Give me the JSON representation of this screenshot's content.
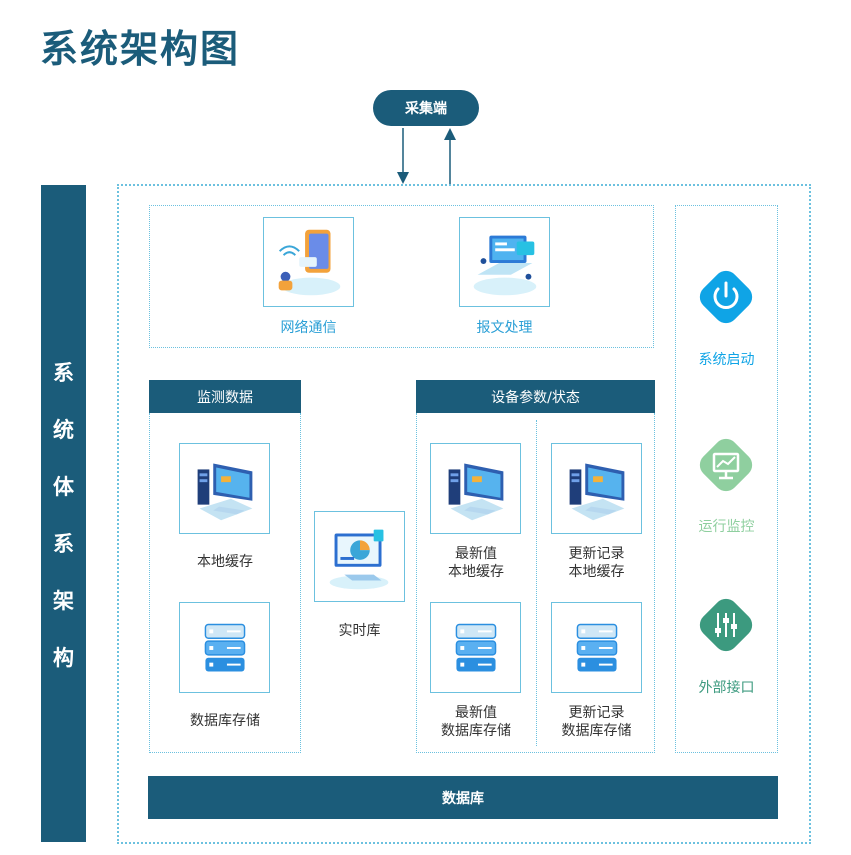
{
  "title": "系统架构图",
  "collector": {
    "label": "采集端"
  },
  "side_label": [
    "系",
    "统",
    "体",
    "系",
    "架",
    "构"
  ],
  "top_section": {
    "items": [
      {
        "label": "网络通信",
        "icon": "network-communication-icon"
      },
      {
        "label": "报文处理",
        "icon": "message-processing-icon"
      }
    ]
  },
  "monitor_section": {
    "header": "监测数据",
    "items": [
      {
        "label": "本地缓存",
        "icon": "computer-icon"
      },
      {
        "label": "数据库存储",
        "icon": "server-icon"
      }
    ]
  },
  "realtime": {
    "label": "实时库",
    "icon": "dashboard-icon"
  },
  "device_section": {
    "header": "设备参数/状态",
    "items": [
      {
        "label_line1": "最新值",
        "label_line2": "本地缓存",
        "icon": "computer-icon"
      },
      {
        "label_line1": "更新记录",
        "label_line2": "本地缓存",
        "icon": "computer-icon"
      },
      {
        "label_line1": "最新值",
        "label_line2": "数据库存储",
        "icon": "server-icon"
      },
      {
        "label_line1": "更新记录",
        "label_line2": "数据库存储",
        "icon": "server-icon"
      }
    ]
  },
  "right_section": {
    "items": [
      {
        "label": "系统启动",
        "icon": "power-icon",
        "color": "#0fa4e6"
      },
      {
        "label": "运行监控",
        "icon": "monitor-icon",
        "color": "#8fcf9f"
      },
      {
        "label": "外部接口",
        "icon": "sliders-icon",
        "color": "#3c9a7f"
      }
    ]
  },
  "database": {
    "label": "数据库"
  },
  "colors": {
    "primary": "#1b5c7a",
    "dotted_border": "#6cc1df",
    "label_blue": "#2a9fd6"
  }
}
